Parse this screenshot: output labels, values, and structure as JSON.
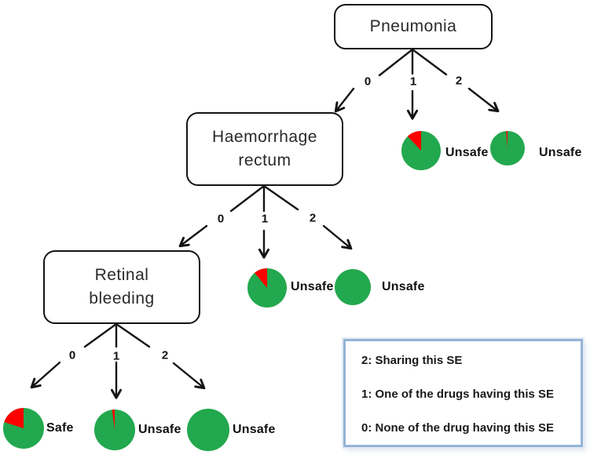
{
  "figure": {
    "type": "decision-tree",
    "description_visible_text_only": true
  },
  "colors": {
    "pie_green": "#22A84E",
    "pie_red": "#FF0000",
    "legend_border": "#95B3D7",
    "line": "#1a1a1a"
  },
  "nodes": [
    {
      "id": "pneumonia",
      "lines": [
        "Pneumonia"
      ],
      "branches": [
        "0",
        "1",
        "2"
      ]
    },
    {
      "id": "haemorrhage-rectum",
      "lines": [
        "Haemorrhage",
        "rectum"
      ],
      "branches": [
        "0",
        "1",
        "2"
      ]
    },
    {
      "id": "retinal-bleeding",
      "lines": [
        "Retinal",
        "bleeding"
      ],
      "branches": [
        "0",
        "1",
        "2"
      ]
    }
  ],
  "pies": [
    {
      "id": "pneumonia-1",
      "label": "Unsafe",
      "red_fraction": 0.12
    },
    {
      "id": "pneumonia-2",
      "label": "Unsafe",
      "red_fraction": 0.013
    },
    {
      "id": "haemorrhage-1",
      "label": "Unsafe",
      "red_fraction": 0.11
    },
    {
      "id": "haemorrhage-2",
      "label": "Unsafe",
      "red_fraction": 0
    },
    {
      "id": "retinal-0",
      "label": "Safe",
      "red_fraction": 0.2
    },
    {
      "id": "retinal-1",
      "label": "Unsafe",
      "red_fraction": 0.02
    },
    {
      "id": "retinal-2",
      "label": "Unsafe",
      "red_fraction": 0
    }
  ],
  "legend": {
    "lines": [
      "2: Sharing this SE",
      "1: One of the drugs having this SE",
      "0: None of the drug having this SE"
    ]
  }
}
